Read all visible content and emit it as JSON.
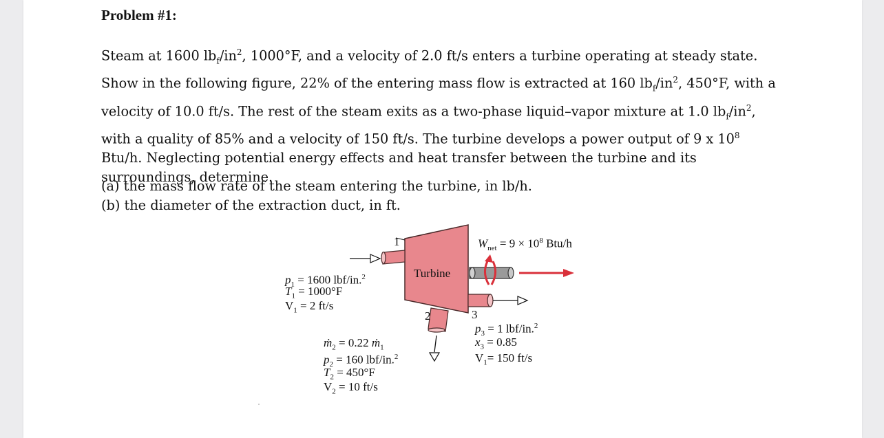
{
  "problem": {
    "title": "Problem #1:",
    "paragraph": {
      "s1": "Steam at 1600 lb",
      "s2": "/in",
      "s3": ", 1000°F, and a velocity of 2.0 ft/s enters a turbine operating at steady state. Show in the following figure, 22% of the entering mass flow is extracted at 160 lb",
      "s4": "/in",
      "s5": ", 450°F, with a velocity of 10.0 ft/s. The rest of the steam exits as a two-phase liquid–vapor mixture at 1.0 lb",
      "s6": "/in",
      "s7": ", with a quality of 85% and a velocity of 150 ft/s. The turbine develops a power output of 9 x 10",
      "s8": " Btu/h. Neglecting potential energy effects and heat transfer between the turbine and its surroundings, determine.",
      "sub_f": "f",
      "sup_2": "2",
      "sup_8": "8"
    },
    "question_a": "(a) the mass flow rate of the steam entering the turbine, in lb/h.",
    "question_b": "(b) the diameter of the extraction duct, in ft."
  },
  "figure": {
    "turbine_label": "Turbine",
    "state_1": "1",
    "state_2": "2",
    "state_3": "3",
    "wnet": {
      "w": "W",
      "sub": "net",
      "eq": " = 9 × 10",
      "exp": "8",
      "unit": " Btu/h"
    },
    "inlet": {
      "p1": "p",
      "p1_sub": "1",
      "p1_val": " = 1600 lbf/in.",
      "p1_sup": "2",
      "t1": "T",
      "t1_sub": "1",
      "t1_val": " = 1000°F",
      "v1": "V",
      "v1_sub": "1",
      "v1_val": " = 2 ft/s"
    },
    "extraction": {
      "m2": "ṁ",
      "m2_sub": "2",
      "m2_val": " = 0.22 ",
      "m1": "ṁ",
      "m1_sub": "1",
      "p2": "p",
      "p2_sub": "2",
      "p2_val": "  = 160 lbf/in.",
      "p2_sup": "2",
      "t2": "T",
      "t2_sub": "2",
      "t2_val": "  = 450°F",
      "v2": "V",
      "v2_sub": "2",
      "v2_val": " = 10 ft/s"
    },
    "exit": {
      "p3": "p",
      "p3_sub": "3",
      "p3_val": " = 1 lbf/in.",
      "p3_sup": "2",
      "x3": "x",
      "x3_sub": "3",
      "x3_val": " = 0.85",
      "v3": "V",
      "v3_sub": "1",
      "v3_val": "= 150 ft/s"
    },
    "colors": {
      "turbine_fill": "#e8878d",
      "turbine_stroke": "#4a2a2a",
      "arrow_red": "#d9303a",
      "shaft_grey": "#9a9a9a"
    }
  }
}
